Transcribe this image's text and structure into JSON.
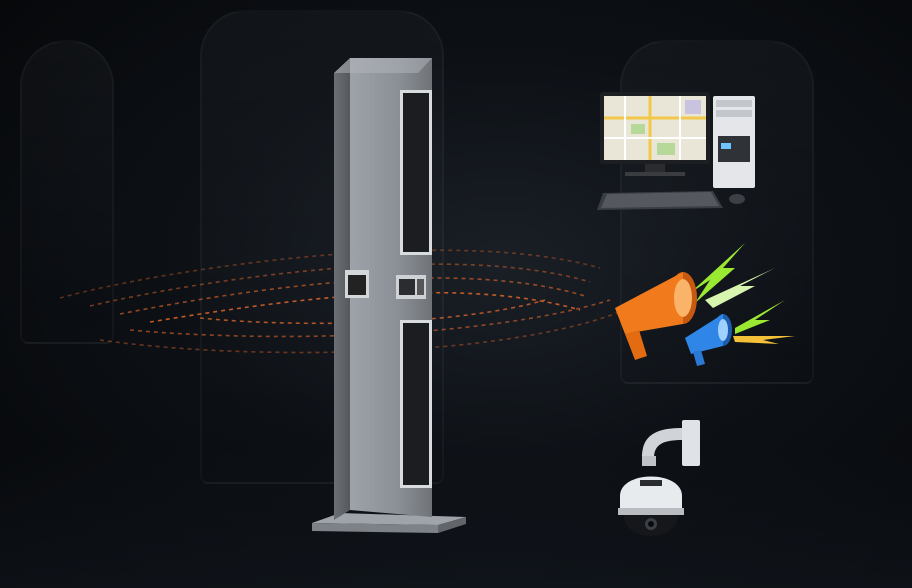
{
  "scene": {
    "pillar": "detection-pillar",
    "devices": [
      "monitoring-computer",
      "alarm-speakers",
      "ptz-dome-camera"
    ]
  },
  "colors": {
    "background": "#07090c",
    "pillar_steel": "#8f949a",
    "signal_waves": "#e0662a",
    "megaphone_orange": "#f07a1c",
    "megaphone_blue": "#2f86e6",
    "lightning_green": "#9be832"
  }
}
